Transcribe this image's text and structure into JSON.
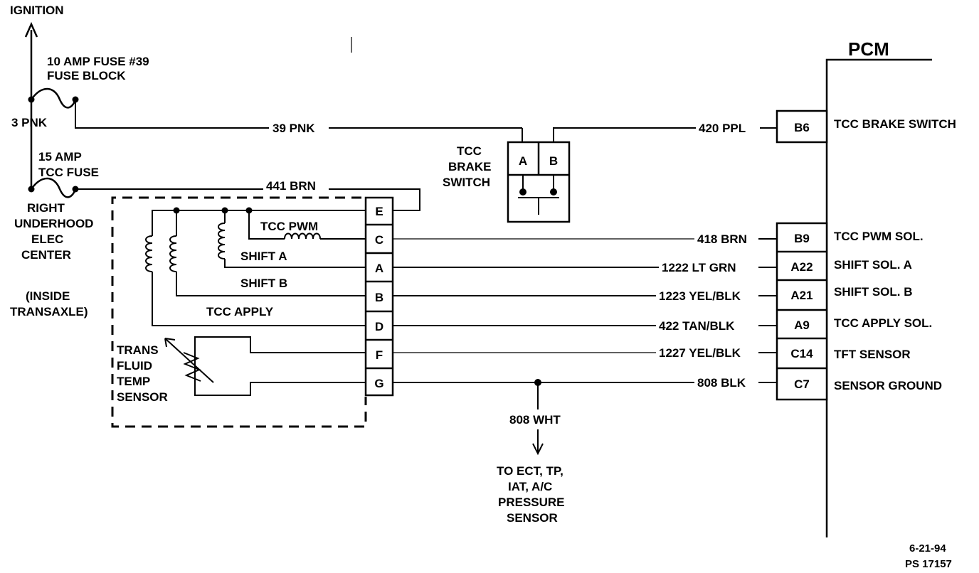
{
  "ignition": "IGNITION",
  "fuse39": {
    "line1": "10 AMP FUSE #39",
    "line2": "FUSE BLOCK"
  },
  "fuse_tcc": {
    "line1": "15 AMP",
    "line2": "TCC FUSE"
  },
  "underhood": {
    "line1": "RIGHT",
    "line2": "UNDERHOOD",
    "line3": "ELEC",
    "line4": "CENTER"
  },
  "inside_transaxle": {
    "line1": "(INSIDE",
    "line2": "TRANSAXLE)"
  },
  "wires": {
    "pnk3": "3 PNK",
    "pnk39": "39 PNK",
    "brn441": "441 BRN",
    "ppl420": "420 PPL",
    "brn418": "418 BRN",
    "ltgrn1222": "1222 LT GRN",
    "yelblk1223": "1223 YEL/BLK",
    "tanblk422": "422 TAN/BLK",
    "yelblk1227": "1227 YEL/BLK",
    "blk808": "808 BLK",
    "wht808": "808 WHT"
  },
  "brake_switch": {
    "line1": "TCC",
    "line2": "BRAKE",
    "line3": "SWITCH",
    "pin_a": "A",
    "pin_b": "B"
  },
  "solenoids": {
    "tcc_pwm": "TCC PWM",
    "shift_a": "SHIFT A",
    "shift_b": "SHIFT B",
    "tcc_apply": "TCC APPLY"
  },
  "sensor": {
    "line1": "TRANS",
    "line2": "FLUID",
    "line3": "TEMP",
    "line4": "SENSOR"
  },
  "connector_pins": [
    "E",
    "C",
    "A",
    "B",
    "D",
    "F",
    "G"
  ],
  "pcm": {
    "title": "PCM",
    "pins": [
      {
        "pin": "B6",
        "label": "TCC BRAKE SWITCH"
      },
      {
        "pin": "B9",
        "label": "TCC PWM SOL."
      },
      {
        "pin": "A22",
        "label": "SHIFT SOL. A"
      },
      {
        "pin": "A21",
        "label": "SHIFT SOL. B"
      },
      {
        "pin": "A9",
        "label": "TCC APPLY SOL."
      },
      {
        "pin": "C14",
        "label": "TFT SENSOR"
      },
      {
        "pin": "C7",
        "label": "SENSOR GROUND"
      }
    ]
  },
  "ground_dest": {
    "line1": "TO ECT, TP,",
    "line2": "IAT, A/C",
    "line3": "PRESSURE",
    "line4": "SENSOR"
  },
  "footer": {
    "date": "6-21-94",
    "code": "PS 17157"
  }
}
